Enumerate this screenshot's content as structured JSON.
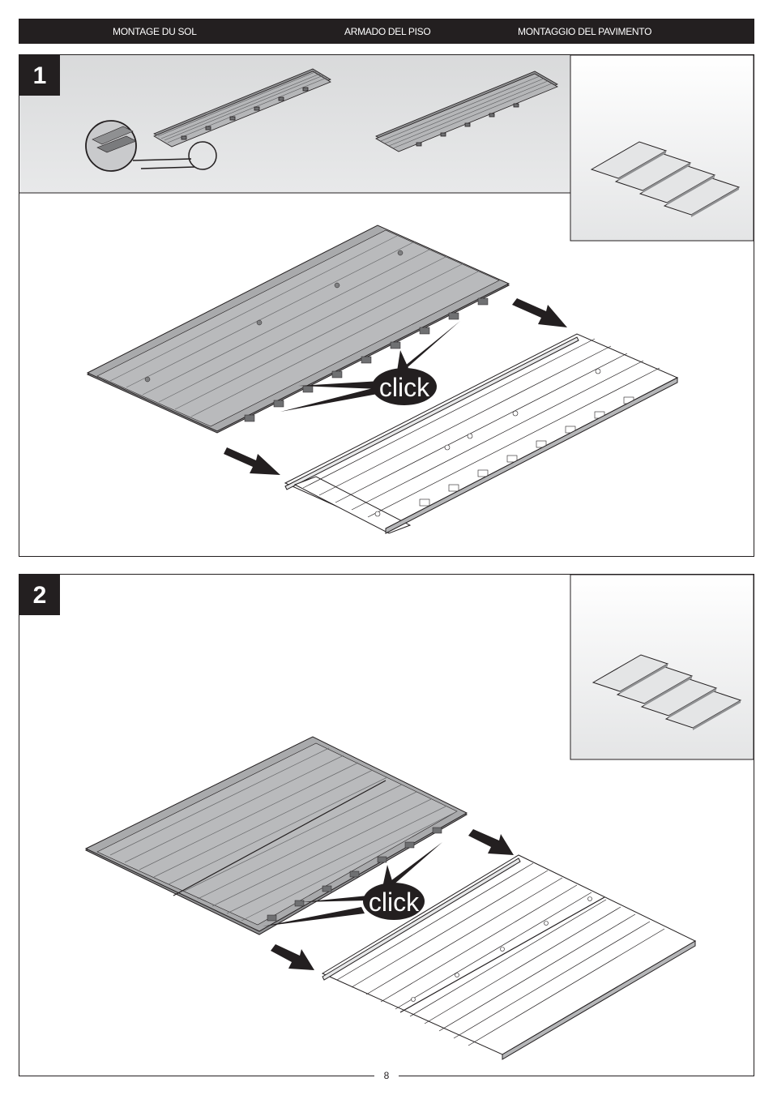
{
  "header": {
    "label_fr": "MONTAGE DU SOL",
    "label_es": "ARMADO DEL PISO",
    "label_it": "MONTAGGIO DEL PAVIMENTO"
  },
  "steps": [
    {
      "number": "1",
      "callout_text": "click"
    },
    {
      "number": "2",
      "callout_text": "click"
    }
  ],
  "page_number": "8",
  "colors": {
    "ink": "#231f20",
    "panel_gray": "#e3e4e5",
    "floor_dark": "#9a9b9d",
    "floor_light": "#ffffff"
  }
}
